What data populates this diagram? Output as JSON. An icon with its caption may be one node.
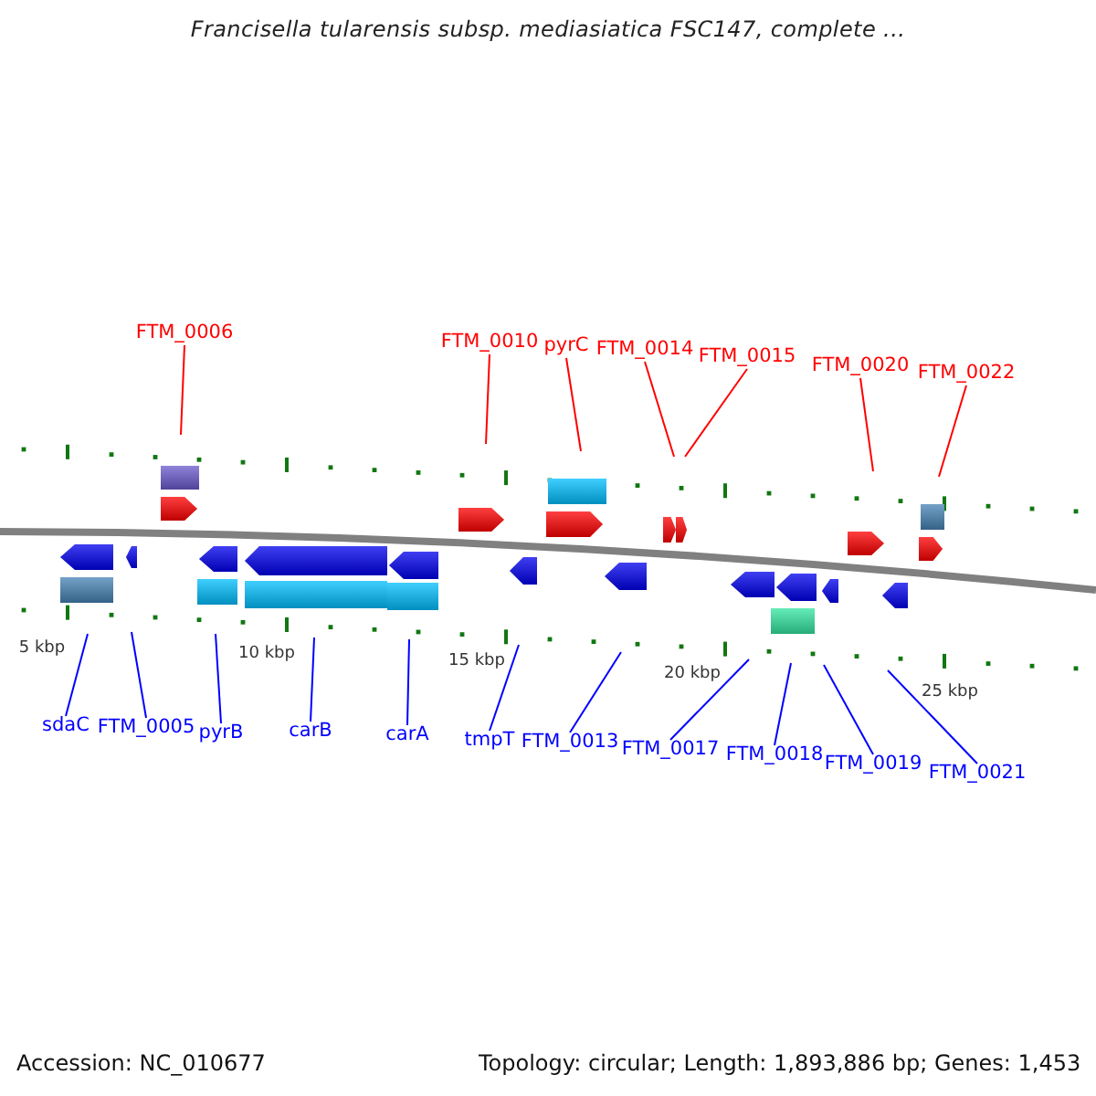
{
  "diagram": {
    "title": "Francisella tularensis subsp. mediasiatica FSC147, complete ...",
    "nodes": [
      {
        "text": [
          "FTM_0006"
        ]
      },
      {
        "text": [
          "FTM_0010"
        ]
      },
      {
        "text": [
          "pyrC"
        ]
      },
      {
        "text": [
          "FTM_0014"
        ]
      },
      {
        "text": [
          "FTM_0015"
        ]
      },
      {
        "text": [
          "FTM_0020"
        ]
      },
      {
        "text": [
          "FTM_0022"
        ]
      },
      {
        "text": [
          "sdaC"
        ]
      },
      {
        "text": [
          "FTM_0005"
        ]
      },
      {
        "text": [
          "pyrB"
        ]
      },
      {
        "text": [
          "carB"
        ]
      },
      {
        "text": [
          "carA"
        ]
      },
      {
        "text": [
          "tmpT"
        ]
      },
      {
        "text": [
          "FTM_0013"
        ]
      },
      {
        "text": [
          "FTM_0017"
        ]
      },
      {
        "text": [
          "FTM_0018"
        ]
      },
      {
        "text": [
          "FTM_0019"
        ]
      },
      {
        "text": [
          "FTM_0021"
        ]
      }
    ],
    "edges": [
      {
        "from": 0,
        "to": null,
        "arrow": "none",
        "color": "#ff0000"
      },
      {
        "from": 1,
        "to": null,
        "arrow": "none",
        "color": "#ff0000"
      },
      {
        "from": 2,
        "to": null,
        "arrow": "none",
        "color": "#ff0000"
      },
      {
        "from": 3,
        "to": null,
        "arrow": "none",
        "color": "#ff0000"
      },
      {
        "from": 4,
        "to": null,
        "arrow": "none",
        "color": "#ff0000"
      },
      {
        "from": 5,
        "to": null,
        "arrow": "none",
        "color": "#ff0000"
      },
      {
        "from": 6,
        "to": null,
        "arrow": "none",
        "color": "#ff0000"
      },
      {
        "from": 7,
        "to": null,
        "arrow": "none"
      },
      {
        "from": 8,
        "to": null,
        "arrow": "none"
      },
      {
        "from": 9,
        "to": null,
        "arrow": "none"
      },
      {
        "from": 10,
        "to": null,
        "arrow": "none"
      },
      {
        "from": 11,
        "to": null,
        "arrow": "none"
      },
      {
        "from": 12,
        "to": null,
        "arrow": "none"
      },
      {
        "from": 13,
        "to": null,
        "arrow": "none"
      },
      {
        "from": 14,
        "to": null,
        "arrow": "none"
      },
      {
        "from": 15,
        "to": null,
        "arrow": "none"
      },
      {
        "from": 16,
        "to": null,
        "arrow": "none"
      },
      {
        "from": 17,
        "to": null,
        "arrow": "none"
      }
    ],
    "labels": [
      "5 kbp",
      "10 kbp",
      "15 kbp",
      "20 kbp",
      "25 kbp",
      "Accession: NC_010677",
      "Topology: circular; Length: 1,893,886 bp; Genes: 1,453"
    ]
  }
}
